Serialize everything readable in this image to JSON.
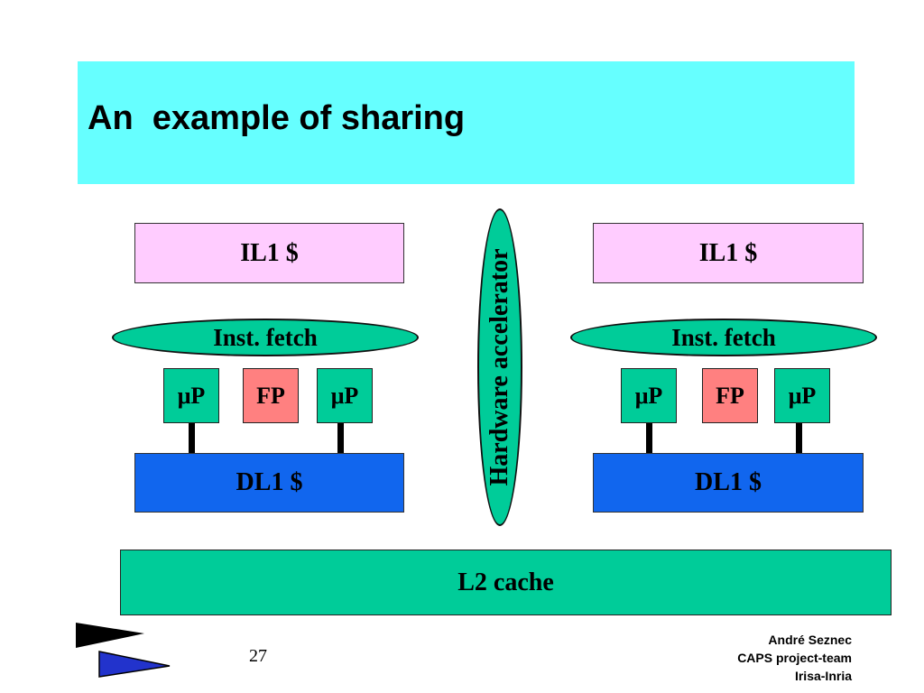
{
  "title": "An  example of sharing",
  "left_cluster": {
    "icache": "IL1 $",
    "fetch": "Inst. fetch",
    "proc_a": "μP",
    "fpu": "FP",
    "proc_b": "μP",
    "dcache": "DL1 $"
  },
  "right_cluster": {
    "icache": "IL1 $",
    "fetch": "Inst. fetch",
    "proc_a": "μP",
    "fpu": "FP",
    "proc_b": "μP",
    "dcache": "DL1 $"
  },
  "accelerator": "Hardware accelerator",
  "l2": "L2 cache",
  "footer": {
    "page_number": "27",
    "author": "André Seznec",
    "team": "CAPS project-team",
    "org": "Irisa-Inria"
  },
  "colors": {
    "title_band": "#66ffff",
    "icache": "#ffccff",
    "dcache": "#1166ee",
    "processor": "#00cc99",
    "fpu": "#ff8080",
    "l2": "#00cc99"
  }
}
